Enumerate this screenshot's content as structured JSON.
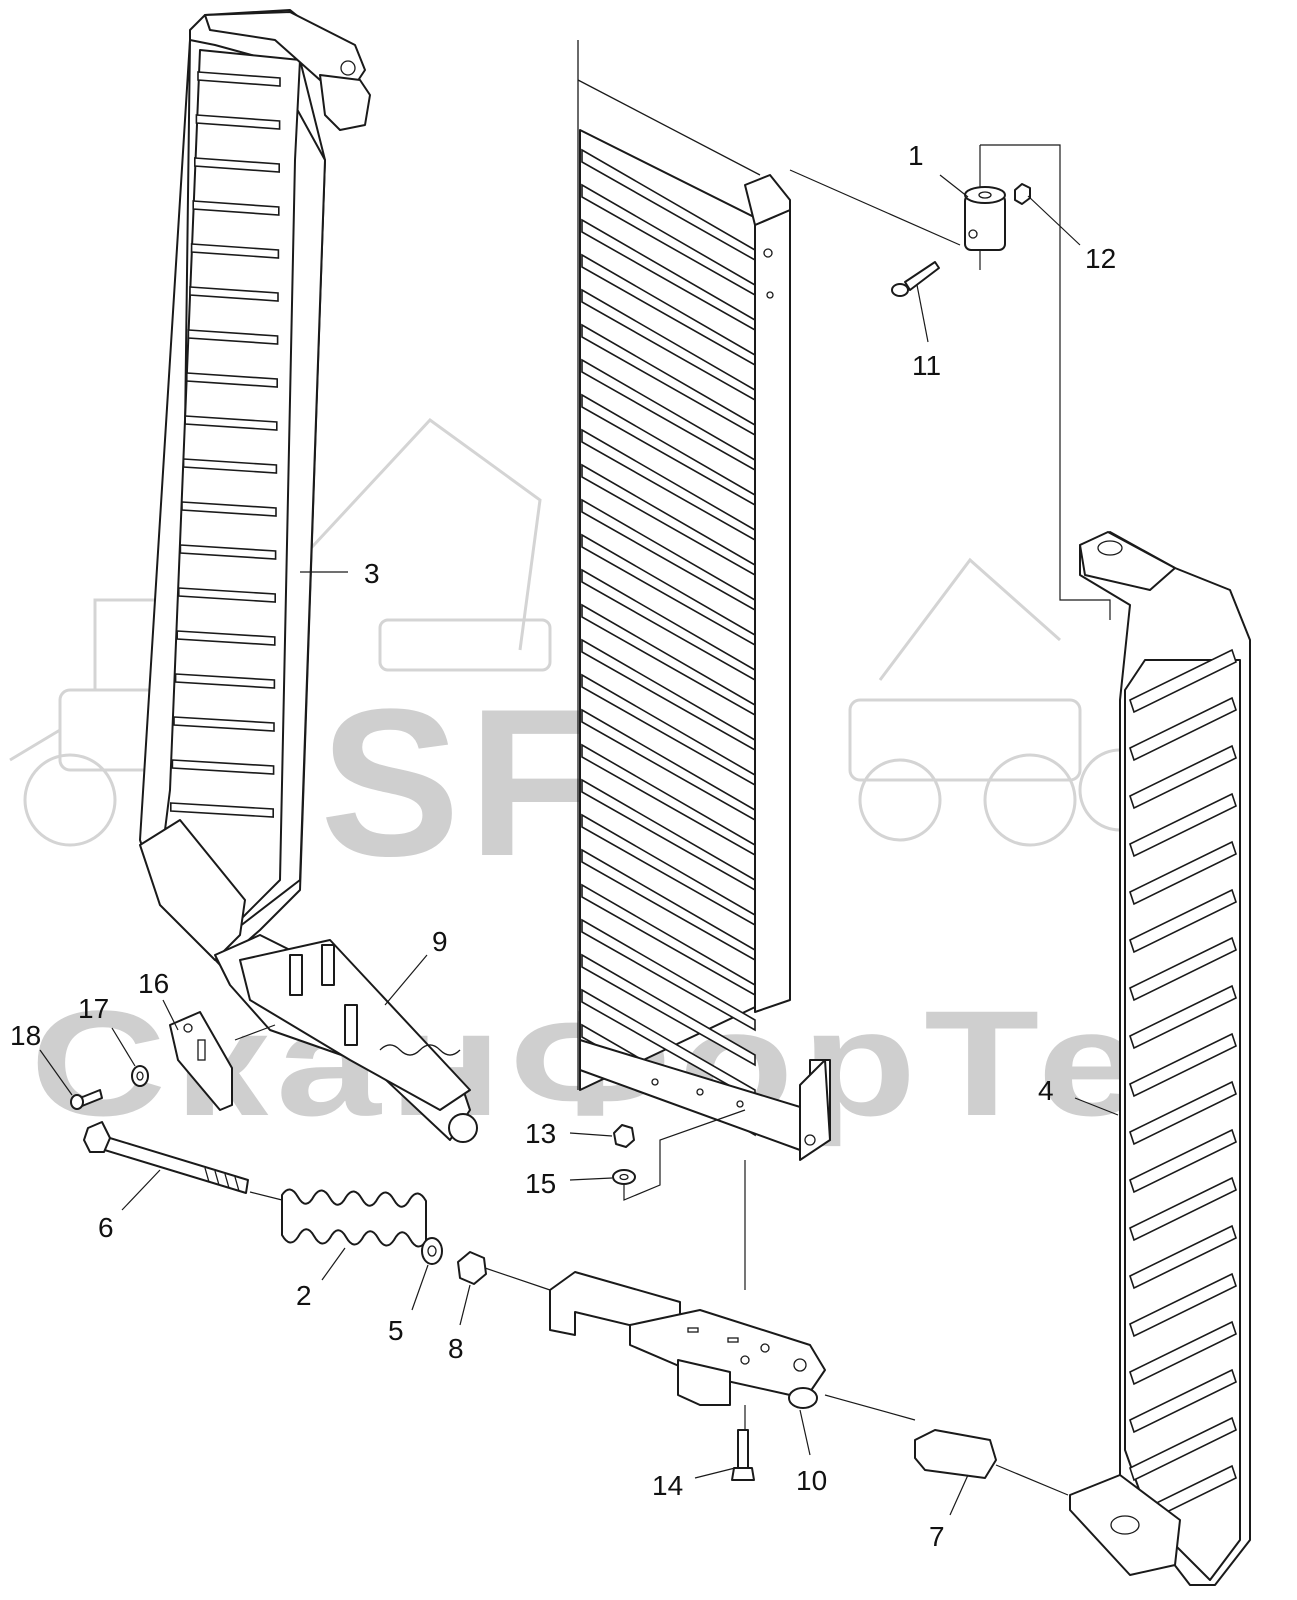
{
  "watermark": {
    "brand": "SFT",
    "company": "СканФорТех",
    "color": "#cfcfcf"
  },
  "callouts": [
    {
      "id": "1",
      "label": "1"
    },
    {
      "id": "2",
      "label": "2"
    },
    {
      "id": "3",
      "label": "3"
    },
    {
      "id": "4",
      "label": "4"
    },
    {
      "id": "5",
      "label": "5"
    },
    {
      "id": "6",
      "label": "6"
    },
    {
      "id": "7",
      "label": "7"
    },
    {
      "id": "8",
      "label": "8"
    },
    {
      "id": "9",
      "label": "9"
    },
    {
      "id": "10",
      "label": "10"
    },
    {
      "id": "11",
      "label": "11"
    },
    {
      "id": "12",
      "label": "12"
    },
    {
      "id": "13",
      "label": "13"
    },
    {
      "id": "14",
      "label": "14"
    },
    {
      "id": "15",
      "label": "15"
    },
    {
      "id": "16",
      "label": "16"
    },
    {
      "id": "17",
      "label": "17"
    },
    {
      "id": "18",
      "label": "18"
    }
  ]
}
